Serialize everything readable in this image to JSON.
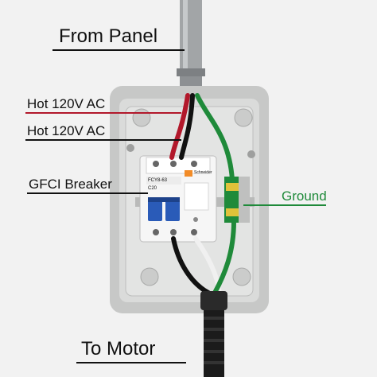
{
  "annotations": {
    "from_panel": "From Panel",
    "hot_red": "Hot 120V AC",
    "hot_black": "Hot 120V AC",
    "gfci_breaker": "GFCI Breaker",
    "ground": "Ground",
    "to_motor": "To Motor"
  },
  "breaker": {
    "model": "FCY8-63",
    "rating": "C20",
    "brand": "Schneider"
  },
  "colors": {
    "hot_red": "#b2182b",
    "hot_black": "#111111",
    "ground_green": "#1f8a3a",
    "enclosure": "#cfd0cf",
    "conduit": "#9a9d9f"
  },
  "icons": {
    "conduit": "conduit-pipe",
    "enclosure": "electrical-box",
    "breaker": "gfci-breaker",
    "ground_bar": "ground-terminal-block"
  }
}
